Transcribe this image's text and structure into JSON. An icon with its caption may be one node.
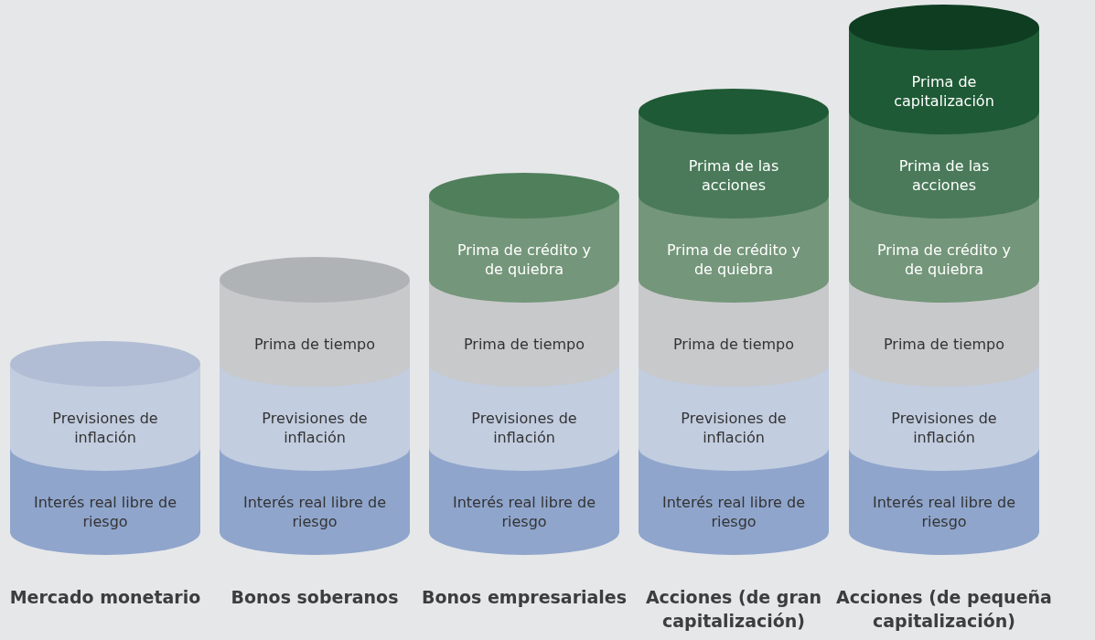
{
  "diagram": {
    "nodes": [
      {
        "text": [
          "Mercado monetario"
        ]
      },
      {
        "text": [
          "Interés real libre de riesgo"
        ],
        "in": 0
      },
      {
        "text": [
          "Previsiones de inflación"
        ],
        "in": 0
      },
      {
        "text": [
          "Bonos soberanos"
        ]
      },
      {
        "text": [
          "Interés real libre de riesgo"
        ],
        "in": 3
      },
      {
        "text": [
          "Previsiones de inflación"
        ],
        "in": 3
      },
      {
        "text": [
          "Prima de tiempo"
        ],
        "in": 3
      },
      {
        "text": [
          "Bonos empresariales"
        ]
      },
      {
        "text": [
          "Interés real libre de riesgo"
        ],
        "in": 7
      },
      {
        "text": [
          "Previsiones de inflación"
        ],
        "in": 7
      },
      {
        "text": [
          "Prima de tiempo"
        ],
        "in": 7
      },
      {
        "text": [
          "Prima de crédito y de quiebra"
        ],
        "in": 7
      },
      {
        "text": [
          "Acciones (de gran capitalización)"
        ]
      },
      {
        "text": [
          "Interés real libre de riesgo"
        ],
        "in": 12
      },
      {
        "text": [
          "Previsiones de inflación"
        ],
        "in": 12
      },
      {
        "text": [
          "Prima de tiempo"
        ],
        "in": 12
      },
      {
        "text": [
          "Prima de crédito y de quiebra"
        ],
        "in": 12
      },
      {
        "text": [
          "Prima de las acciones"
        ],
        "in": 12
      },
      {
        "text": [
          "Acciones (de pequeña capitalización)"
        ]
      },
      {
        "text": [
          "Interés real libre de riesgo"
        ],
        "in": 18
      },
      {
        "text": [
          "Previsiones de inflación"
        ],
        "in": 18
      },
      {
        "text": [
          "Prima de tiempo"
        ],
        "in": 18
      },
      {
        "text": [
          "Prima de crédito y de quiebra"
        ],
        "in": 18
      },
      {
        "text": [
          "Prima de las acciones"
        ],
        "in": 18
      },
      {
        "text": [
          "Prima de capitalización"
        ],
        "in": 18
      }
    ]
  }
}
